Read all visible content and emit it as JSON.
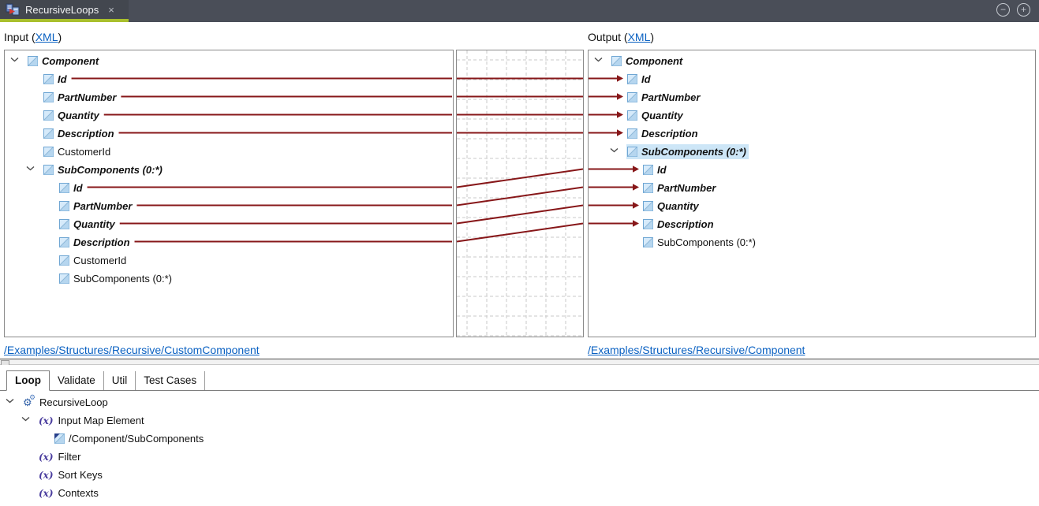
{
  "window": {
    "tab_title": "RecursiveLoops",
    "close_glyph": "×",
    "minimize_glyph": "−",
    "maximize_glyph": "+"
  },
  "colors": {
    "tabbar_bg": "#4a4e58",
    "active_tab_accent": "#a9bf2c",
    "mapping_line": "#871719",
    "link_blue": "#0a61c2",
    "selection_blue": "#cde6f7",
    "grid_gray": "#c9c9c9",
    "element_icon_blue": "#d6eafa"
  },
  "header": {
    "input_prefix": "Input (",
    "input_link": "XML",
    "input_suffix": ")",
    "output_prefix": "Output (",
    "output_link": "XML",
    "output_suffix": ")"
  },
  "input_tree": {
    "path_link": "/Examples/Structures/Recursive/CustomComponent",
    "rows": [
      {
        "id": "L0",
        "label": "Component",
        "level": 0,
        "mapped": true,
        "expanded": true
      },
      {
        "id": "L1",
        "label": "Id",
        "level": 1,
        "mapped": true,
        "line": true
      },
      {
        "id": "L2",
        "label": "PartNumber",
        "level": 1,
        "mapped": true,
        "line": true
      },
      {
        "id": "L3",
        "label": "Quantity",
        "level": 1,
        "mapped": true,
        "line": true
      },
      {
        "id": "L4",
        "label": "Description",
        "level": 1,
        "mapped": true,
        "line": true
      },
      {
        "id": "L5",
        "label": "CustomerId",
        "level": 1,
        "mapped": false
      },
      {
        "id": "L6",
        "label": "SubComponents (0:*)",
        "level": 1,
        "mapped": true,
        "expanded": true
      },
      {
        "id": "L7",
        "label": "Id",
        "level": 2,
        "mapped": true,
        "line": true
      },
      {
        "id": "L8",
        "label": "PartNumber",
        "level": 2,
        "mapped": true,
        "line": true
      },
      {
        "id": "L9",
        "label": "Quantity",
        "level": 2,
        "mapped": true,
        "line": true
      },
      {
        "id": "L10",
        "label": "Description",
        "level": 2,
        "mapped": true,
        "line": true
      },
      {
        "id": "L11",
        "label": "CustomerId",
        "level": 2,
        "mapped": false
      },
      {
        "id": "L12",
        "label": "SubComponents (0:*)",
        "level": 2,
        "mapped": false
      }
    ]
  },
  "output_tree": {
    "path_link": "/Examples/Structures/Recursive/Component",
    "rows": [
      {
        "id": "R0",
        "label": "Component",
        "level": 0,
        "mapped": true,
        "expanded": true
      },
      {
        "id": "R1",
        "label": "Id",
        "level": 1,
        "mapped": true,
        "arrow": true
      },
      {
        "id": "R2",
        "label": "PartNumber",
        "level": 1,
        "mapped": true,
        "arrow": true
      },
      {
        "id": "R3",
        "label": "Quantity",
        "level": 1,
        "mapped": true,
        "arrow": true
      },
      {
        "id": "R4",
        "label": "Description",
        "level": 1,
        "mapped": true,
        "arrow": true
      },
      {
        "id": "R5",
        "label": "SubComponents (0:*)",
        "level": 1,
        "mapped": true,
        "expanded": true,
        "selected": true
      },
      {
        "id": "R6",
        "label": "Id",
        "level": 2,
        "mapped": true,
        "arrow": true
      },
      {
        "id": "R7",
        "label": "PartNumber",
        "level": 2,
        "mapped": true,
        "arrow": true
      },
      {
        "id": "R8",
        "label": "Quantity",
        "level": 2,
        "mapped": true,
        "arrow": true
      },
      {
        "id": "R9",
        "label": "Description",
        "level": 2,
        "mapped": true,
        "arrow": true
      },
      {
        "id": "R10",
        "label": "SubComponents (0:*)",
        "level": 2,
        "mapped": false
      }
    ]
  },
  "mappings": [
    {
      "from": "L1",
      "to": "R1"
    },
    {
      "from": "L2",
      "to": "R2"
    },
    {
      "from": "L3",
      "to": "R3"
    },
    {
      "from": "L4",
      "to": "R4"
    },
    {
      "from": "L7",
      "to": "R6"
    },
    {
      "from": "L8",
      "to": "R7"
    },
    {
      "from": "L9",
      "to": "R8"
    },
    {
      "from": "L10",
      "to": "R9"
    }
  ],
  "bottom": {
    "tabs": [
      {
        "label": "Loop",
        "active": true
      },
      {
        "label": "Validate",
        "active": false
      },
      {
        "label": "Util",
        "active": false
      },
      {
        "label": "Test Cases",
        "active": false
      }
    ],
    "tree": [
      {
        "label": "RecursiveLoop",
        "icon": "gears-icon",
        "level": 0,
        "expanded": true
      },
      {
        "label": "Input Map Element",
        "icon": "xpath-expression-icon",
        "level": 1,
        "expanded": true
      },
      {
        "label": "/Component/SubComponents",
        "icon": "xml-element-ref-icon",
        "level": 2
      },
      {
        "label": "Filter",
        "icon": "xpath-expression-icon",
        "level": 1
      },
      {
        "label": "Sort Keys",
        "icon": "xpath-expression-icon",
        "level": 1
      },
      {
        "label": "Contexts",
        "icon": "xpath-expression-icon",
        "level": 1
      }
    ]
  }
}
